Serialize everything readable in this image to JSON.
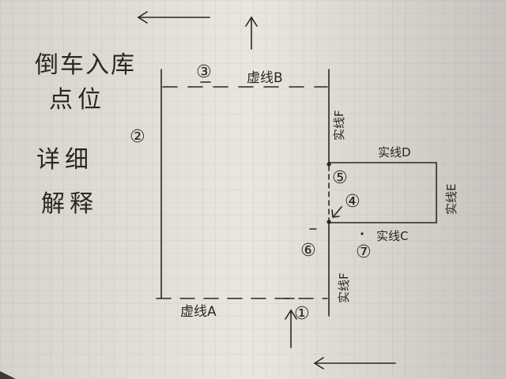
{
  "title": {
    "line1": "倒车入库",
    "line2": "点位"
  },
  "subtitle": {
    "line1": "详细",
    "line2": "解释"
  },
  "markers": {
    "m1": "①",
    "m2": "②",
    "m3": "③",
    "m4": "④",
    "m5": "⑤",
    "m6": "⑥",
    "m7": "⑦"
  },
  "labels": {
    "dashed_a": "虚线A",
    "dashed_b": "虚线B",
    "solid_c": "实线C",
    "solid_d": "实线D",
    "solid_e": "实线E",
    "solid_f_top": "实线F",
    "solid_f_bottom": "实线F"
  },
  "colors": {
    "paper": "#e9e6df",
    "grid": "#c9c9cf",
    "ink": "#2a2620",
    "background": "#3b3a36"
  }
}
